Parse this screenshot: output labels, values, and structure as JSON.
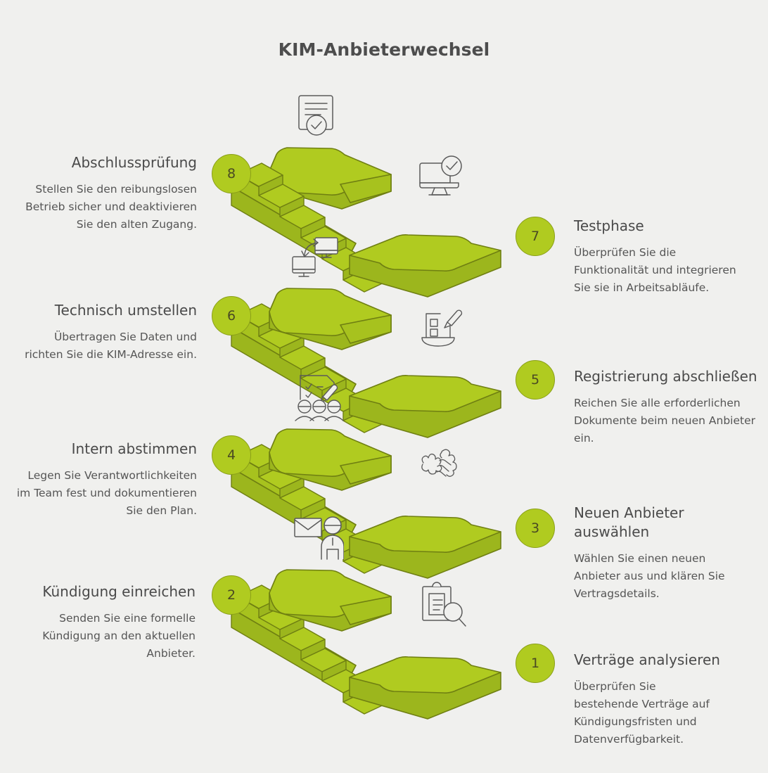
{
  "header": {
    "title": "KIM-Anbieterwechsel"
  },
  "theme": {
    "background": "#f0f0ee",
    "accent_green": "#b0cb20",
    "accent_green_shade": "#9cb61d",
    "outline": "#6f7f12",
    "text": "#4a4a4a",
    "badge_text": "#4a4a23",
    "icon_stroke": "#5a5a5a"
  },
  "steps": [
    {
      "number": "1",
      "side": "right",
      "title": "Verträge analysieren",
      "desc": "Überprüfen Sie bestehende Verträge auf Kündigungsfristen und Datenverfügbarkeit.",
      "icon": "clipboard-search-icon"
    },
    {
      "number": "2",
      "side": "left",
      "title": "Kündigung einreichen",
      "desc": "Senden Sie eine formelle Kündigung an den aktuellen Anbieter.",
      "icon": "envelope-person-icon"
    },
    {
      "number": "3",
      "side": "right",
      "title": "Neuen Anbieter auswählen",
      "desc": "Wählen Sie einen neuen Anbieter aus und klären Sie Vertragsdetails.",
      "icon": "handshake-icon"
    },
    {
      "number": "4",
      "side": "left",
      "title": "Intern abstimmen",
      "desc": "Legen Sie Verantwortlichkeiten im Team fest und dokumentieren Sie den Plan.",
      "icon": "checklist-team-icon"
    },
    {
      "number": "5",
      "side": "right",
      "title": "Registrierung abschließen",
      "desc": "Reichen Sie alle erforderlichen Dokumente beim neuen Anbieter ein.",
      "icon": "form-pencil-icon"
    },
    {
      "number": "6",
      "side": "left",
      "title": "Technisch umstellen",
      "desc": "Übertragen Sie Daten und richten Sie die KIM-Adresse ein.",
      "icon": "monitor-transfer-icon"
    },
    {
      "number": "7",
      "side": "right",
      "title": "Testphase",
      "desc": "Überprüfen Sie die Funktionalität und integrieren Sie sie in Arbeitsabläufe.",
      "icon": "monitor-check-icon"
    },
    {
      "number": "8",
      "side": "left",
      "title": "Abschlussprüfung",
      "desc": "Stellen Sie den reibungslosen Betrieb sicher und deaktivieren Sie den alten Zugang.",
      "icon": "document-check-icon"
    }
  ]
}
